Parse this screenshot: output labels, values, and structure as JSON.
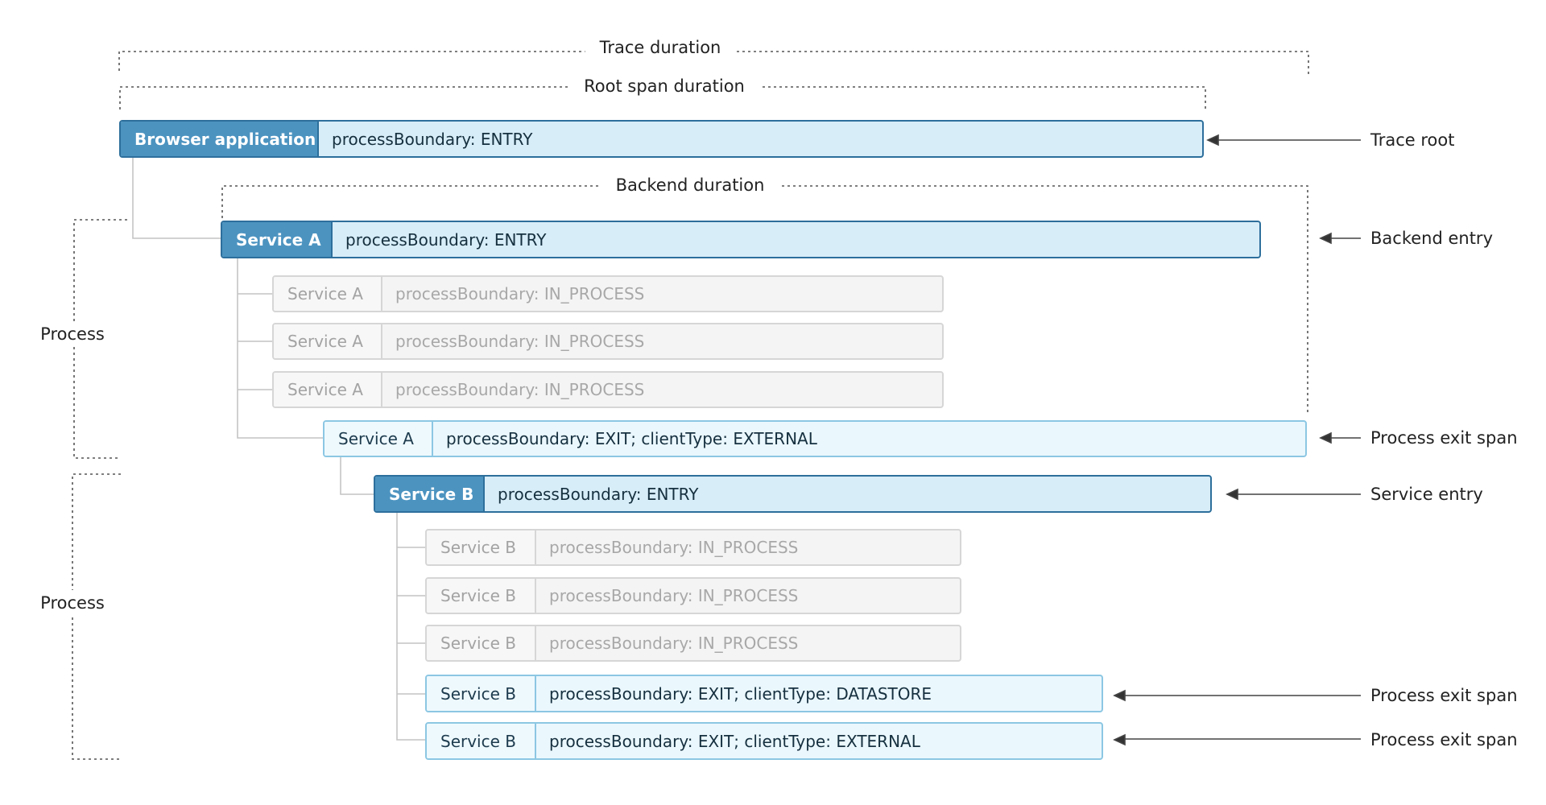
{
  "durations": {
    "trace": "Trace duration",
    "root_span": "Root span duration",
    "backend": "Backend duration"
  },
  "spans": [
    {
      "service": "Browser application",
      "detail": "processBoundary: ENTRY",
      "style": "major"
    },
    {
      "service": "Service A",
      "detail": "processBoundary: ENTRY",
      "style": "major"
    },
    {
      "service": "Service A",
      "detail": "processBoundary: IN_PROCESS",
      "style": "faded"
    },
    {
      "service": "Service A",
      "detail": "processBoundary: IN_PROCESS",
      "style": "faded"
    },
    {
      "service": "Service A",
      "detail": "processBoundary: IN_PROCESS",
      "style": "faded"
    },
    {
      "service": "Service A",
      "detail": "processBoundary: EXIT; clientType: EXTERNAL",
      "style": "exit"
    },
    {
      "service": "Service B",
      "detail": "processBoundary: ENTRY",
      "style": "major"
    },
    {
      "service": "Service B",
      "detail": "processBoundary: IN_PROCESS",
      "style": "faded"
    },
    {
      "service": "Service B",
      "detail": "processBoundary: IN_PROCESS",
      "style": "faded"
    },
    {
      "service": "Service B",
      "detail": "processBoundary: IN_PROCESS",
      "style": "faded"
    },
    {
      "service": "Service B",
      "detail": "processBoundary: EXIT; clientType: DATASTORE",
      "style": "exit"
    },
    {
      "service": "Service B",
      "detail": "processBoundary: EXIT; clientType: EXTERNAL",
      "style": "exit"
    }
  ],
  "annotations": {
    "trace_root": "Trace root",
    "backend_entry": "Backend entry",
    "process_exit_a": "Process exit span",
    "service_entry": "Service entry",
    "process_exit_b1": "Process exit span",
    "process_exit_b2": "Process exit span"
  },
  "process_labels": {
    "process_a": "Process",
    "process_b": "Process"
  }
}
